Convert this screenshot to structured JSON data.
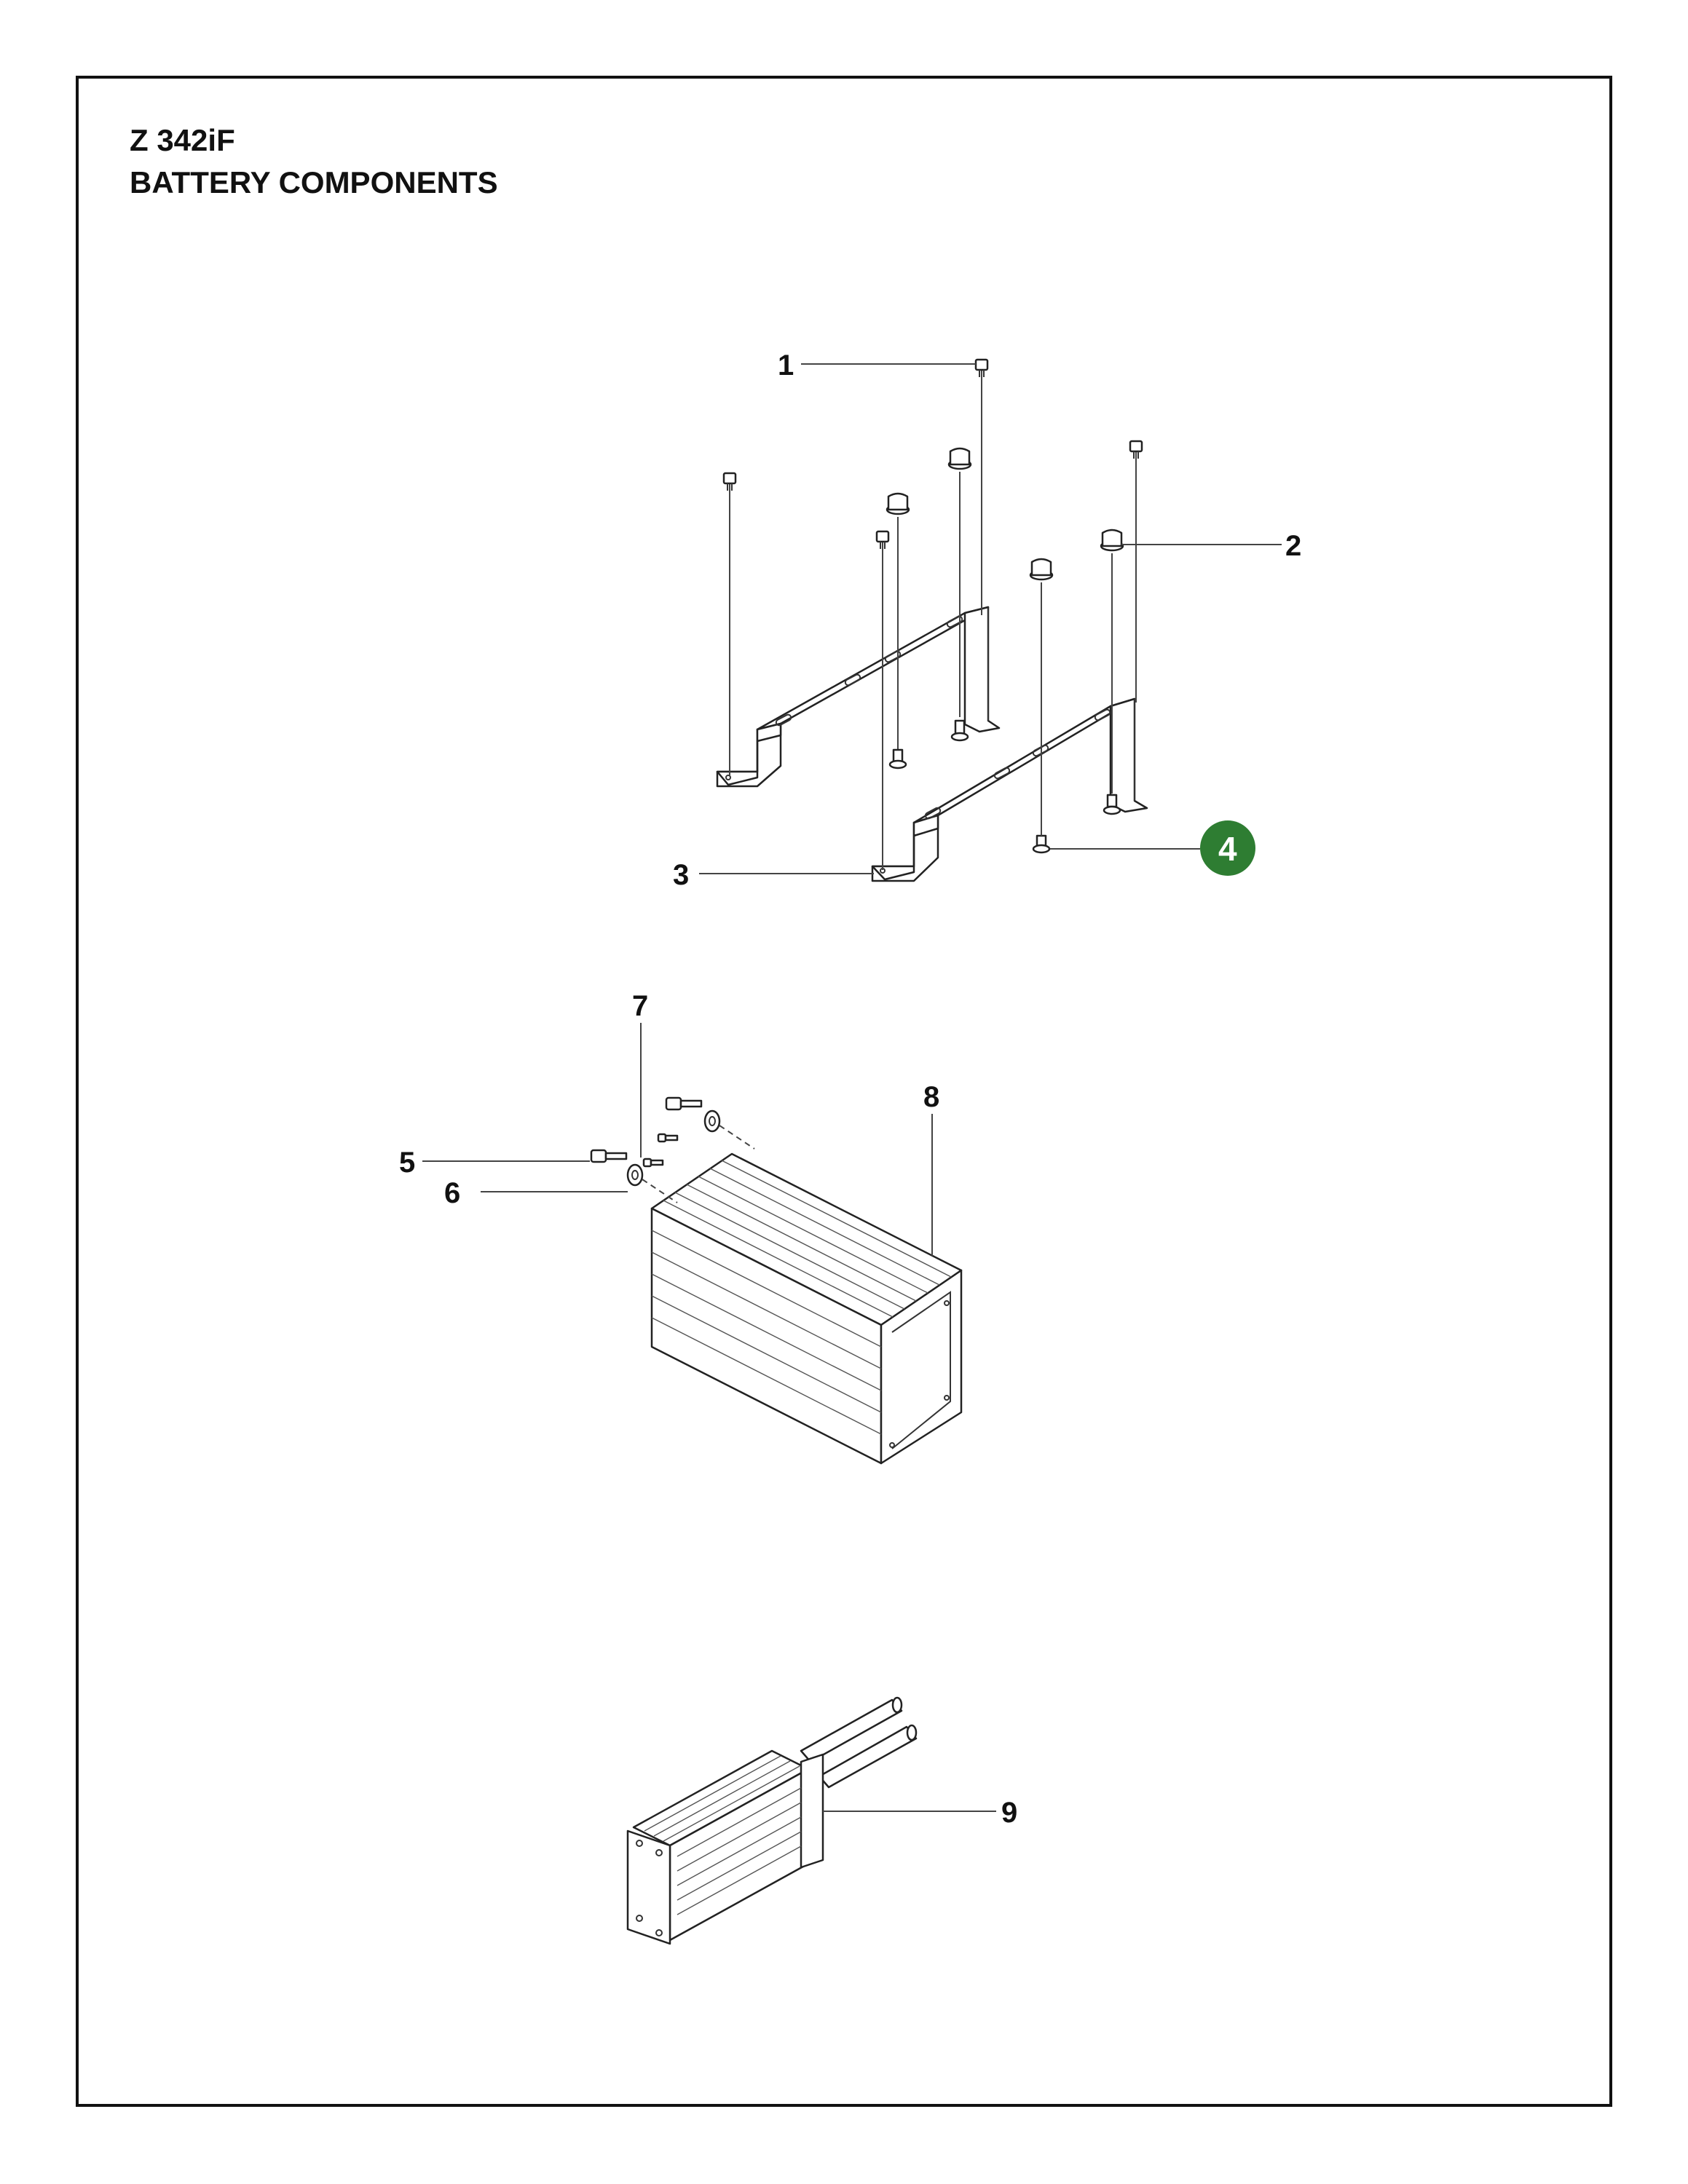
{
  "header": {
    "model": "Z 342iF",
    "section": "BATTERY COMPONENTS"
  },
  "colors": {
    "highlight": "#2e7d32",
    "line": "#222222"
  },
  "callouts": [
    {
      "id": "1",
      "label": "1",
      "highlighted": false
    },
    {
      "id": "2",
      "label": "2",
      "highlighted": false
    },
    {
      "id": "3",
      "label": "3",
      "highlighted": false
    },
    {
      "id": "4",
      "label": "4",
      "highlighted": true
    },
    {
      "id": "5",
      "label": "5",
      "highlighted": false
    },
    {
      "id": "6",
      "label": "6",
      "highlighted": false
    },
    {
      "id": "7",
      "label": "7",
      "highlighted": false
    },
    {
      "id": "8",
      "label": "8",
      "highlighted": false
    },
    {
      "id": "9",
      "label": "9",
      "highlighted": false
    }
  ]
}
